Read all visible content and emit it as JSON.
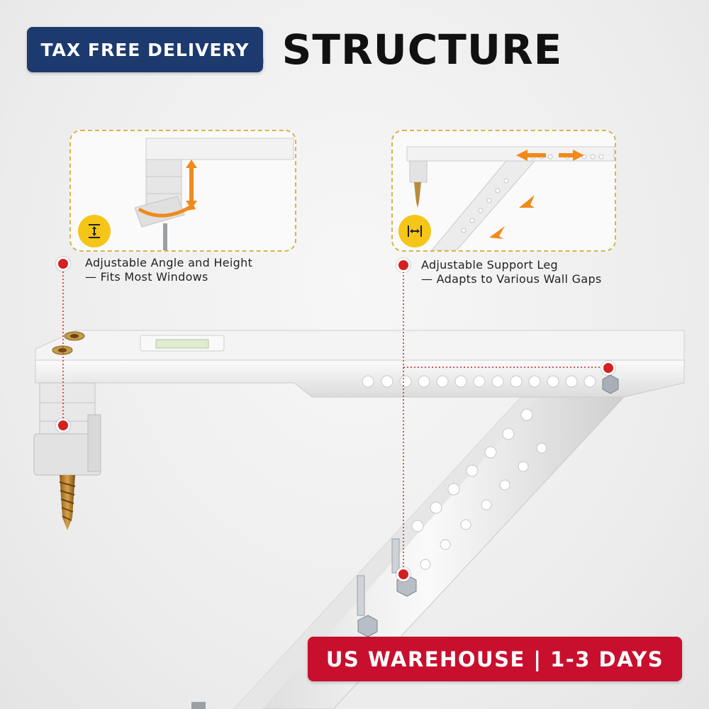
{
  "header": {
    "title": "ABLE STRUCTURE",
    "badge": "TAX FREE DELIVERY"
  },
  "callouts": [
    {
      "line1": "Adjustable Angle and Height",
      "line2": "— Fits Most Windows",
      "icon": "vertical-adjust-icon"
    },
    {
      "line1": "Adjustable Support Leg",
      "line2": "— Adapts to Various Wall Gaps",
      "icon": "horizontal-adjust-icon"
    }
  ],
  "footer": {
    "badge": "US WAREHOUSE | 1-3 DAYS"
  },
  "colors": {
    "navy_badge": "#1d3a6e",
    "red_badge": "#c8102e",
    "accent_yellow": "#f5c518",
    "dot_red": "#d42020",
    "arrow_orange": "#f08a1c"
  }
}
